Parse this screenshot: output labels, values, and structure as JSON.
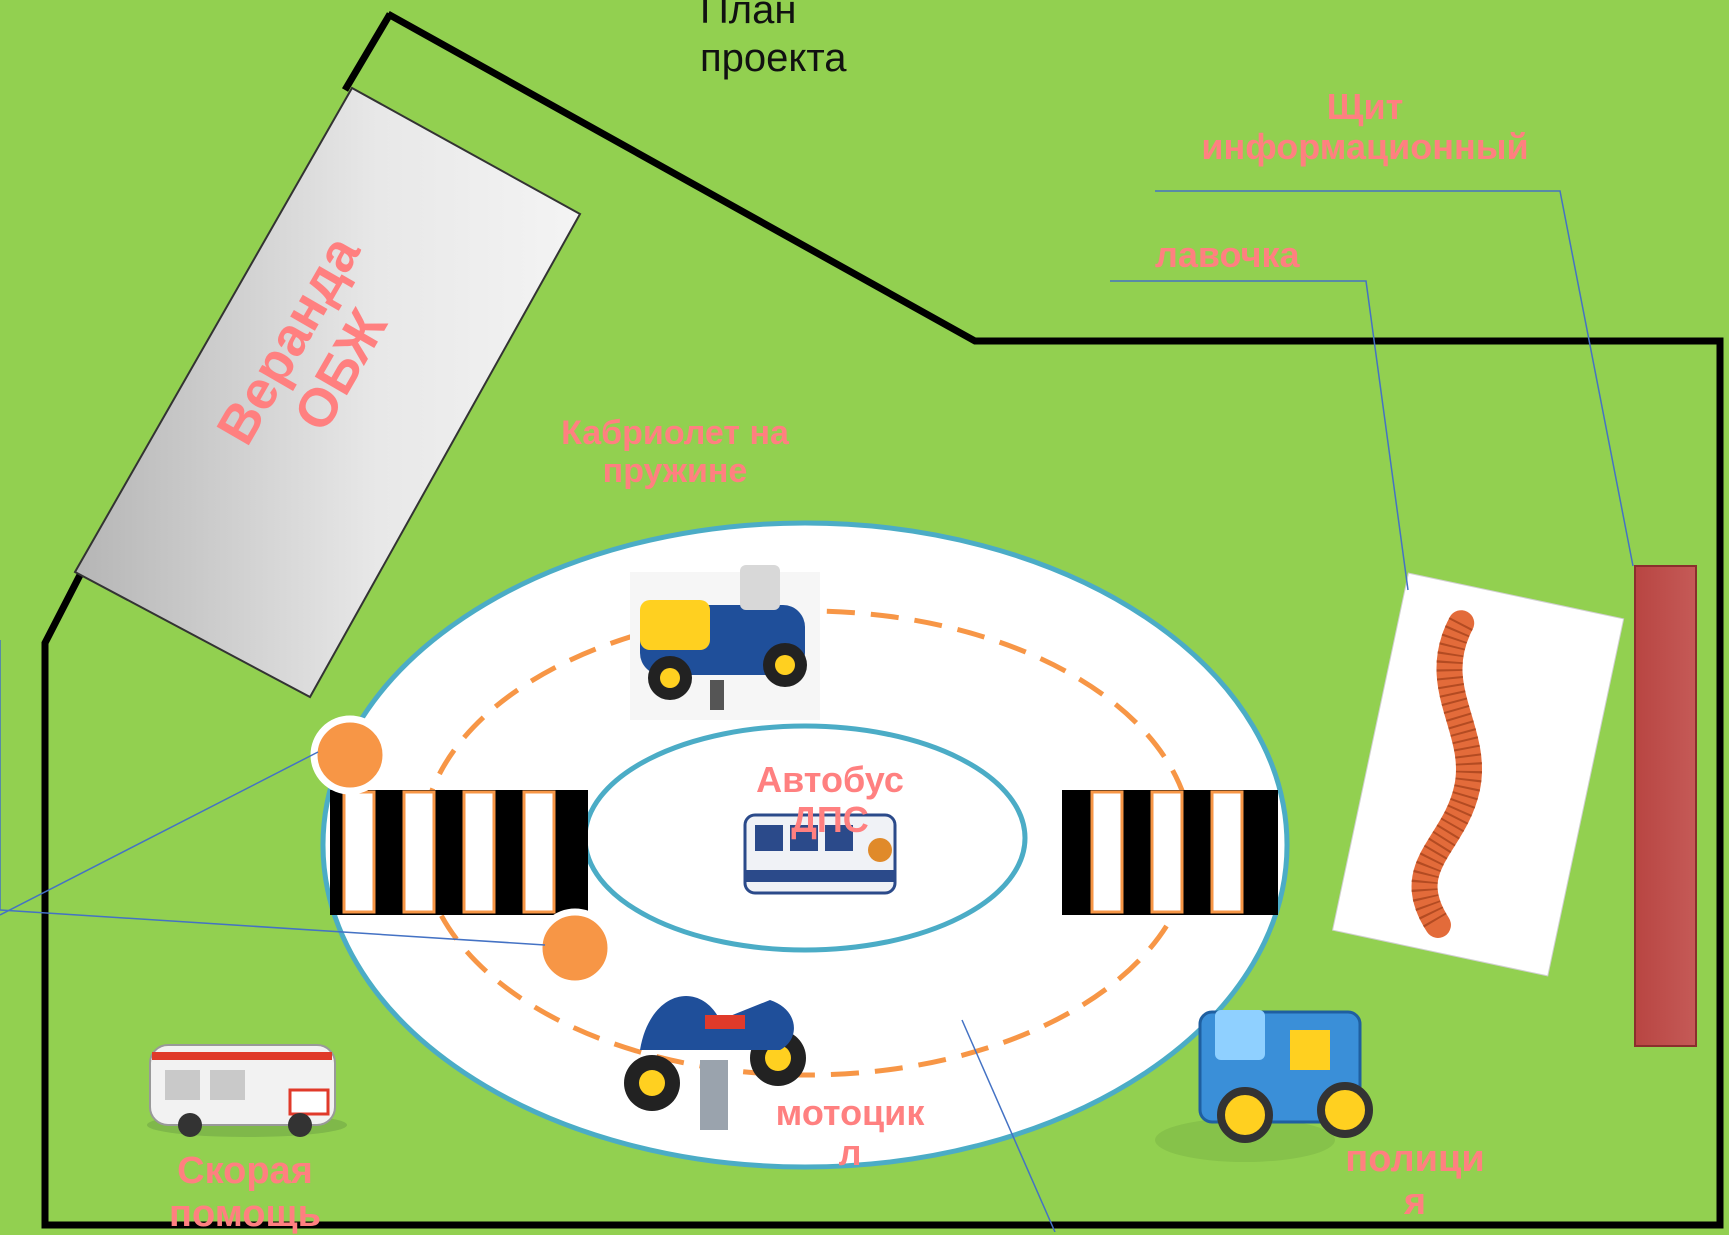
{
  "title": "План\nпроекта",
  "labels": {
    "veranda": "Веранда\nОБЖ",
    "shield": "Щит\nинформационный",
    "bench": "лавочка",
    "cabriolet": "Кабриолет на\nпружине",
    "bus": "Автобус\nДПС",
    "motorcycle": "мотоцик\nл",
    "ambulance": "Скорая\nпомощь",
    "police": "полици\nя"
  },
  "colors": {
    "grass": "#92d050",
    "label": "#ff8080",
    "track_border": "#4bacc6",
    "dash": "#f79646",
    "shield": "#c0504d",
    "leader": "#4472c4"
  }
}
